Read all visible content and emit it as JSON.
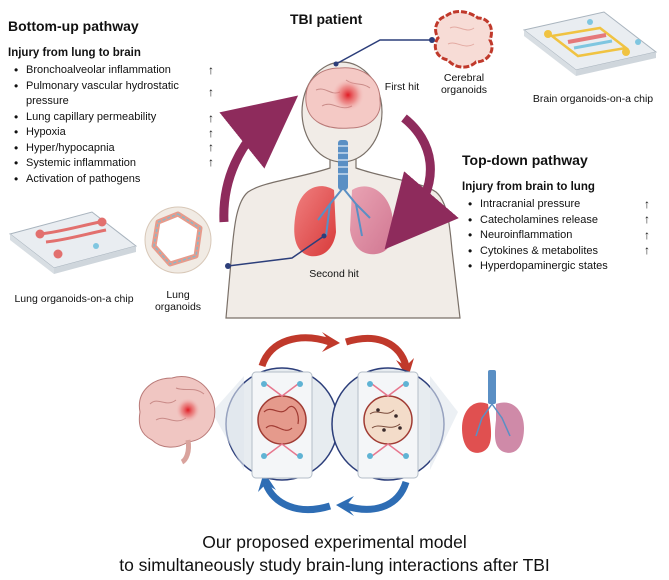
{
  "patient_title": "TBI patient",
  "bottom_up": {
    "title": "Bottom-up pathway",
    "subtitle": "Injury from lung to brain",
    "items": [
      "Bronchoalveolar inflammation",
      "Pulmonary vascular hydrostatic pressure",
      "Lung capillary permeability",
      "Hypoxia",
      "Hyper/hypocapnia",
      "Systemic inflammation",
      "Activation of pathogens"
    ]
  },
  "top_down": {
    "title": "Top-down pathway",
    "subtitle": "Injury from brain to lung",
    "items": [
      "Intracranial pressure",
      "Catecholamines release",
      "Neuroinflammation",
      "Cytokines & metabolites",
      "Hyperdopaminergic states"
    ]
  },
  "labels": {
    "first_hit": "First hit",
    "second_hit": "Second hit",
    "cerebral_organoids": "Cerebral organoids",
    "brain_chip": "Brain organoids-on-a chip",
    "lung_chip": "Lung organoids-on-a chip",
    "lung_organoids": "Lung organoids"
  },
  "caption": {
    "line1": "Our proposed experimental model",
    "line2": "to simultaneously study brain-lung interactions after TBI"
  },
  "colors": {
    "cycle_red": "#c0392b",
    "cycle_blue": "#2e6db4",
    "hit_arrow": "#8e2b5c",
    "connector": "#2c3e7a"
  }
}
